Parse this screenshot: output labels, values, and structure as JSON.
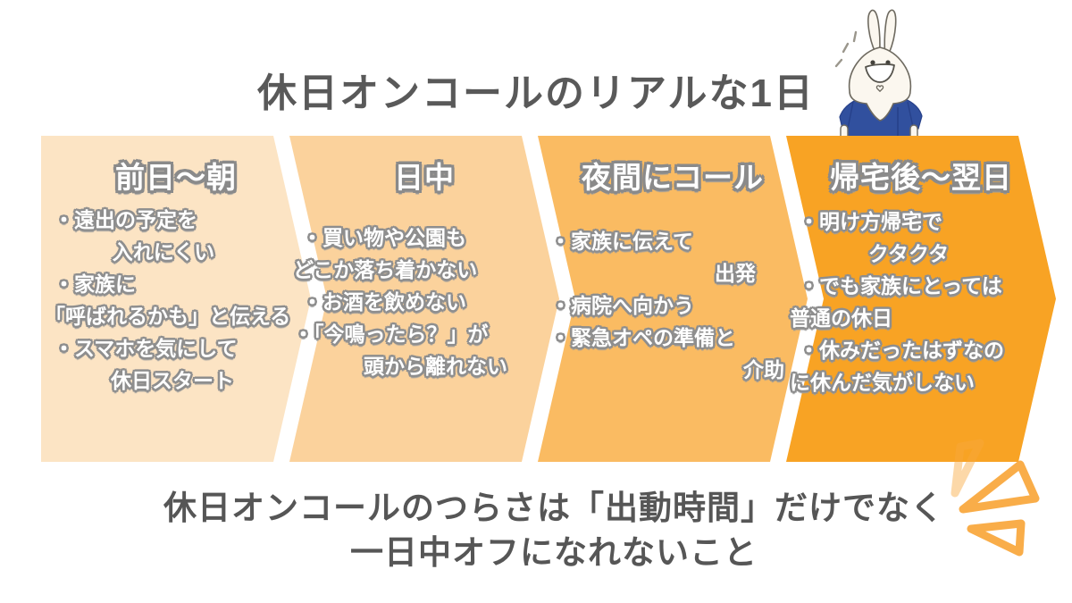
{
  "title": "休日オンコールのリアルな1日",
  "panels": [
    {
      "header": "前日〜朝",
      "bg": "#FCE4C4",
      "lines": [
        "・遠出の予定を",
        "入れにくい",
        "・家族に",
        "「呼ばれるかも」と伝える",
        "・スマホを気にして",
        "休日スタート"
      ]
    },
    {
      "header": "日中",
      "bg": "#FBD29C",
      "lines": [
        "・買い物や公園も",
        "どこか落ち着かない",
        "・お酒を飲めない",
        "・「今鳴ったら？」が",
        "頭から離れない"
      ]
    },
    {
      "header": "夜間にコール",
      "bg": "#FABB62",
      "lines": [
        "・家族に伝えて",
        "出発",
        "・病院へ向かう",
        "・緊急オペの準備と",
        "介助"
      ]
    },
    {
      "header": "帰宅後〜翌日",
      "bg": "#F8A324",
      "lines": [
        "・明け方帰宅で",
        "クタクタ",
        "・でも家族にとっては",
        "普通の休日",
        "・休みだったはずなの",
        "に休んだ気がしない"
      ]
    }
  ],
  "footer": {
    "line1": "休日オンコールのつらさは「出動時間」だけでなく",
    "line2": "一日中オフになれないこと"
  },
  "icons": {
    "mascot": "rabbit-in-scrubs-icon",
    "decoration": "burst-triangles-icon",
    "sparkle": "sparkle-icon"
  },
  "colors": {
    "title_text": "#595959",
    "footer_text": "#565656",
    "text_outline": "#8e8e8e",
    "panel_1": "#FCE4C4",
    "panel_2": "#FBD29C",
    "panel_3": "#FABB62",
    "panel_4": "#F8A324",
    "scrubs_blue": "#31509E",
    "deco_orange": "#F9A93F"
  }
}
